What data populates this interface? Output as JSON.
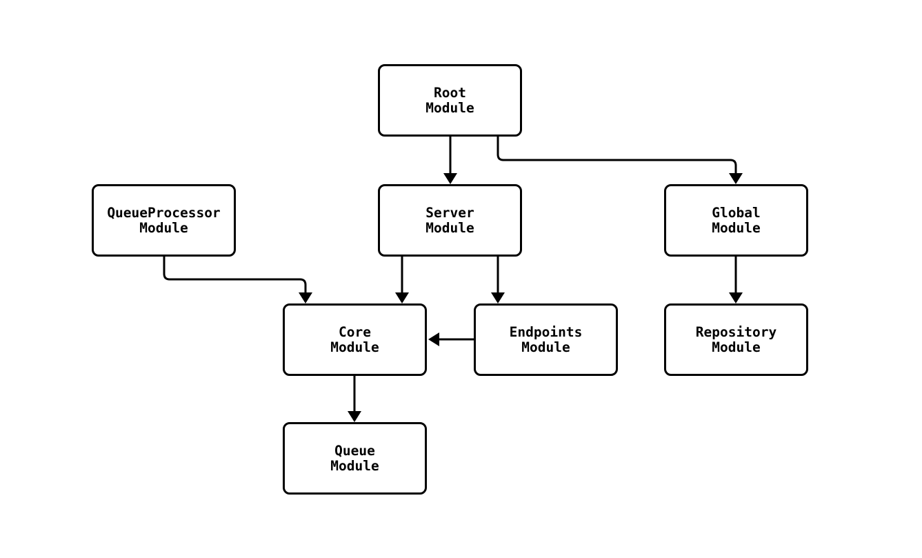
{
  "diagram": {
    "type": "module-dependency-graph",
    "background_color": "#ffffff",
    "node_border_color": "#000000",
    "node_fill_color": "#ffffff",
    "edge_color": "#000000",
    "text_color": "#000000",
    "nodes": [
      {
        "id": "root-module",
        "line1": "Root",
        "line2": "Module"
      },
      {
        "id": "queue-processor-module",
        "line1": "QueueProcessor",
        "line2": "Module"
      },
      {
        "id": "server-module",
        "line1": "Server",
        "line2": "Module"
      },
      {
        "id": "global-module",
        "line1": "Global",
        "line2": "Module"
      },
      {
        "id": "core-module",
        "line1": "Core",
        "line2": "Module"
      },
      {
        "id": "endpoints-module",
        "line1": "Endpoints",
        "line2": "Module"
      },
      {
        "id": "repository-module",
        "line1": "Repository",
        "line2": "Module"
      },
      {
        "id": "queue-module",
        "line1": "Queue",
        "line2": "Module"
      }
    ],
    "edges": [
      {
        "from": "root-module",
        "to": "server-module"
      },
      {
        "from": "root-module",
        "to": "global-module"
      },
      {
        "from": "queue-processor-module",
        "to": "core-module"
      },
      {
        "from": "server-module",
        "to": "core-module"
      },
      {
        "from": "server-module",
        "to": "endpoints-module"
      },
      {
        "from": "endpoints-module",
        "to": "core-module"
      },
      {
        "from": "global-module",
        "to": "repository-module"
      },
      {
        "from": "core-module",
        "to": "queue-module"
      }
    ]
  }
}
